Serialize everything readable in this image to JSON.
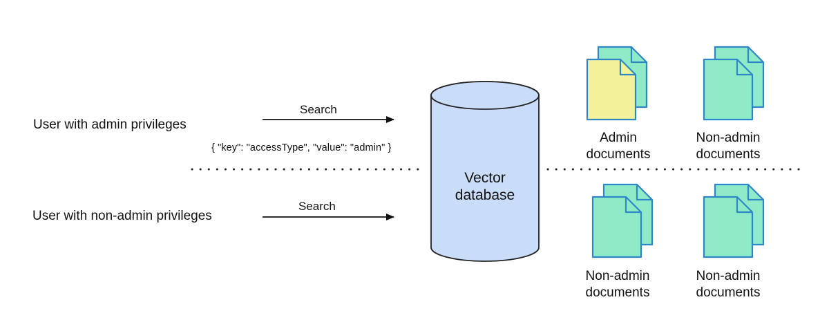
{
  "users": {
    "admin": "User with admin privileges",
    "non_admin": "User with non-admin privileges"
  },
  "arrows": {
    "admin_search": "Search",
    "non_admin_search": "Search"
  },
  "filter_text": "{ \"key\": \"accessType\", \"value\": \"admin\" }",
  "database": {
    "line1": "Vector",
    "line2": "database",
    "color": "#c9dcf8"
  },
  "documents": {
    "top_left": {
      "line1": "Admin",
      "line2": "documents",
      "color": "#f2f29a",
      "back_color": "#8eeac7"
    },
    "top_right": {
      "line1": "Non-admin",
      "line2": "documents",
      "color": "#8eeac7"
    },
    "bottom_left": {
      "line1": "Non-admin",
      "line2": "documents",
      "color": "#8eeac7"
    },
    "bottom_right": {
      "line1": "Non-admin",
      "line2": "documents",
      "color": "#8eeac7"
    }
  },
  "colors": {
    "doc_stroke": "#2f86c7",
    "db_stroke": "#222222",
    "line": "#111111"
  }
}
